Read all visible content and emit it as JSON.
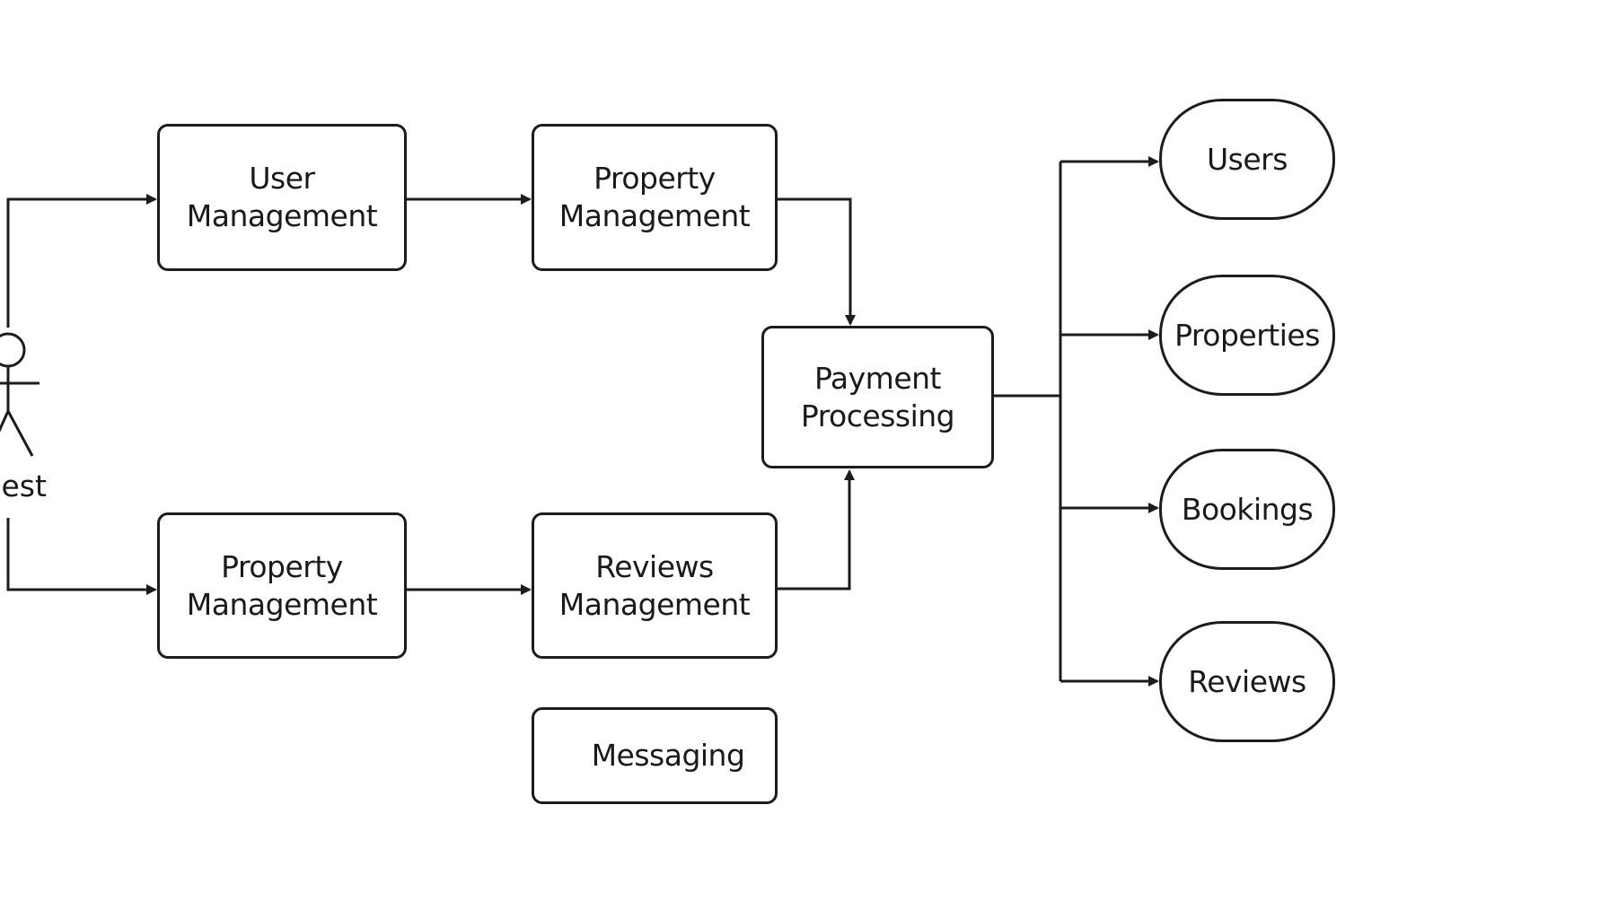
{
  "actor": {
    "label": "Guest"
  },
  "components": {
    "user_management": [
      "User",
      "Management"
    ],
    "property_management_top": [
      "Property",
      "Management"
    ],
    "property_management_bottom": [
      "Property",
      "Management"
    ],
    "reviews_management": [
      "Reviews",
      "Management"
    ],
    "messaging": [
      "Messaging"
    ],
    "payment_processing": [
      "Payment",
      "Processing"
    ]
  },
  "data_stores": {
    "users": "Users",
    "properties": "Properties",
    "bookings": "Bookings",
    "reviews": "Reviews"
  },
  "colors": {
    "stroke": "#1c1c1c",
    "background": "#ffffff"
  }
}
